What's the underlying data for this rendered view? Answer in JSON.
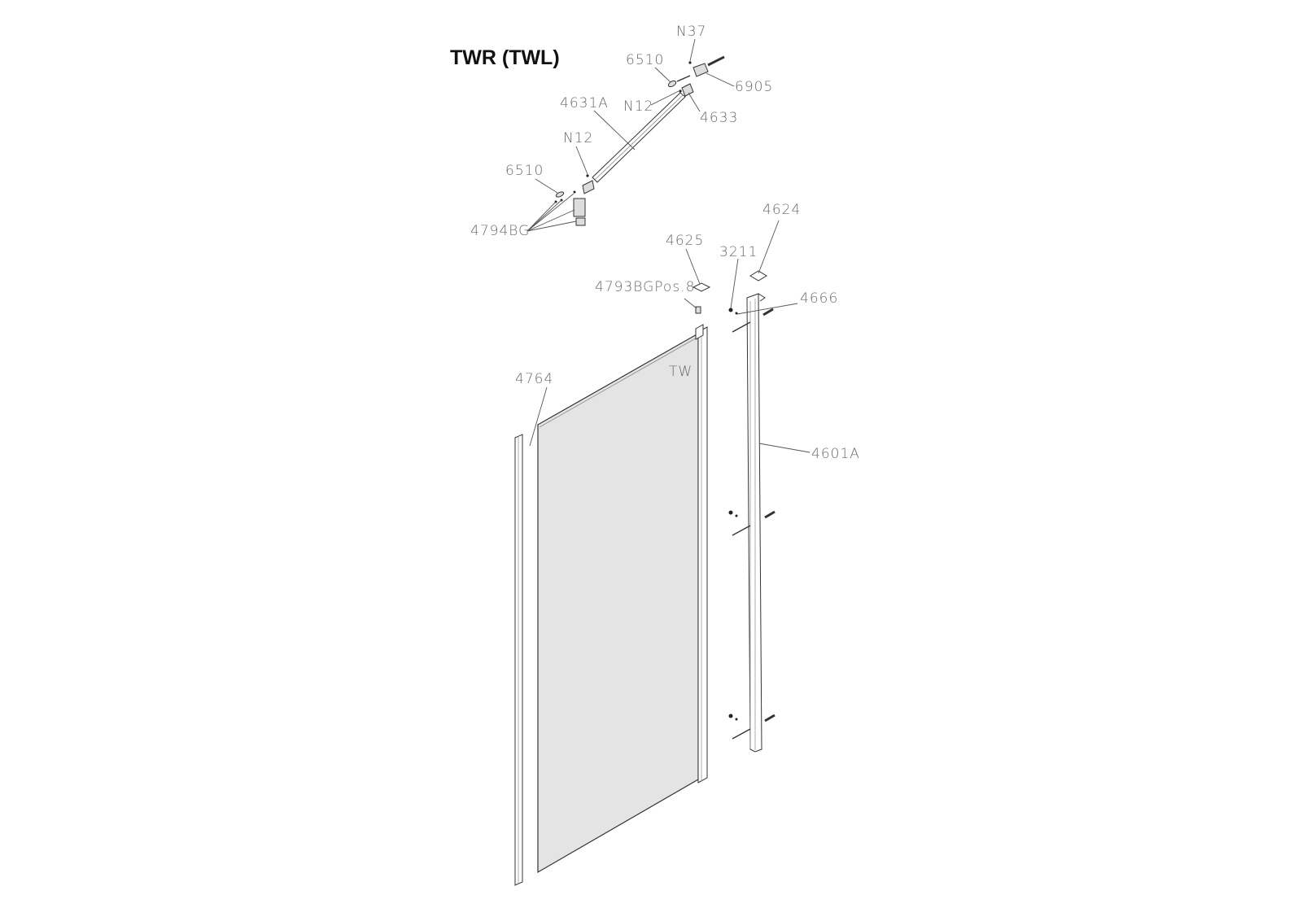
{
  "title": "TWR (TWL)",
  "labels": {
    "n37": "N37",
    "p6510_top": "6510",
    "p6905": "6905",
    "n12_top": "N12",
    "p4633": "4633",
    "p4631a": "4631A",
    "n12_mid": "N12",
    "p6510_left": "6510",
    "p4794bg": "4794BG",
    "p4625": "4625",
    "p3211": "3211",
    "p4624": "4624",
    "p4793bg": "4793BGPos.8",
    "p4666": "4666",
    "tw": "TW",
    "p4764": "4764",
    "p4601a": "4601A"
  },
  "colors": {
    "glass": "#e4e4e4",
    "line": "#333333",
    "label": "#6a6a6a"
  }
}
